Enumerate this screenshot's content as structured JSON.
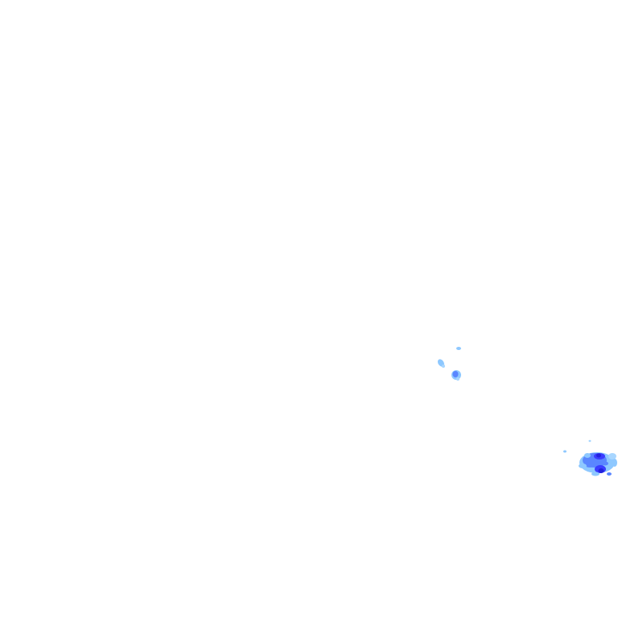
{
  "layer": {
    "background_color": "#ffffff",
    "intensity_colors": {
      "light": "#8ec8ff",
      "moderate": "#5a86ff",
      "heavy": "#3a3cff",
      "intense": "#2222dd"
    }
  },
  "echoes": [
    {
      "name": "echo-cluster-small-north",
      "intensity": "light"
    },
    {
      "name": "echo-cluster-small-west",
      "intensity": "light"
    },
    {
      "name": "echo-cluster-small-center",
      "intensity": "moderate"
    },
    {
      "name": "echo-cluster-large-east",
      "intensity": "intense"
    }
  ]
}
